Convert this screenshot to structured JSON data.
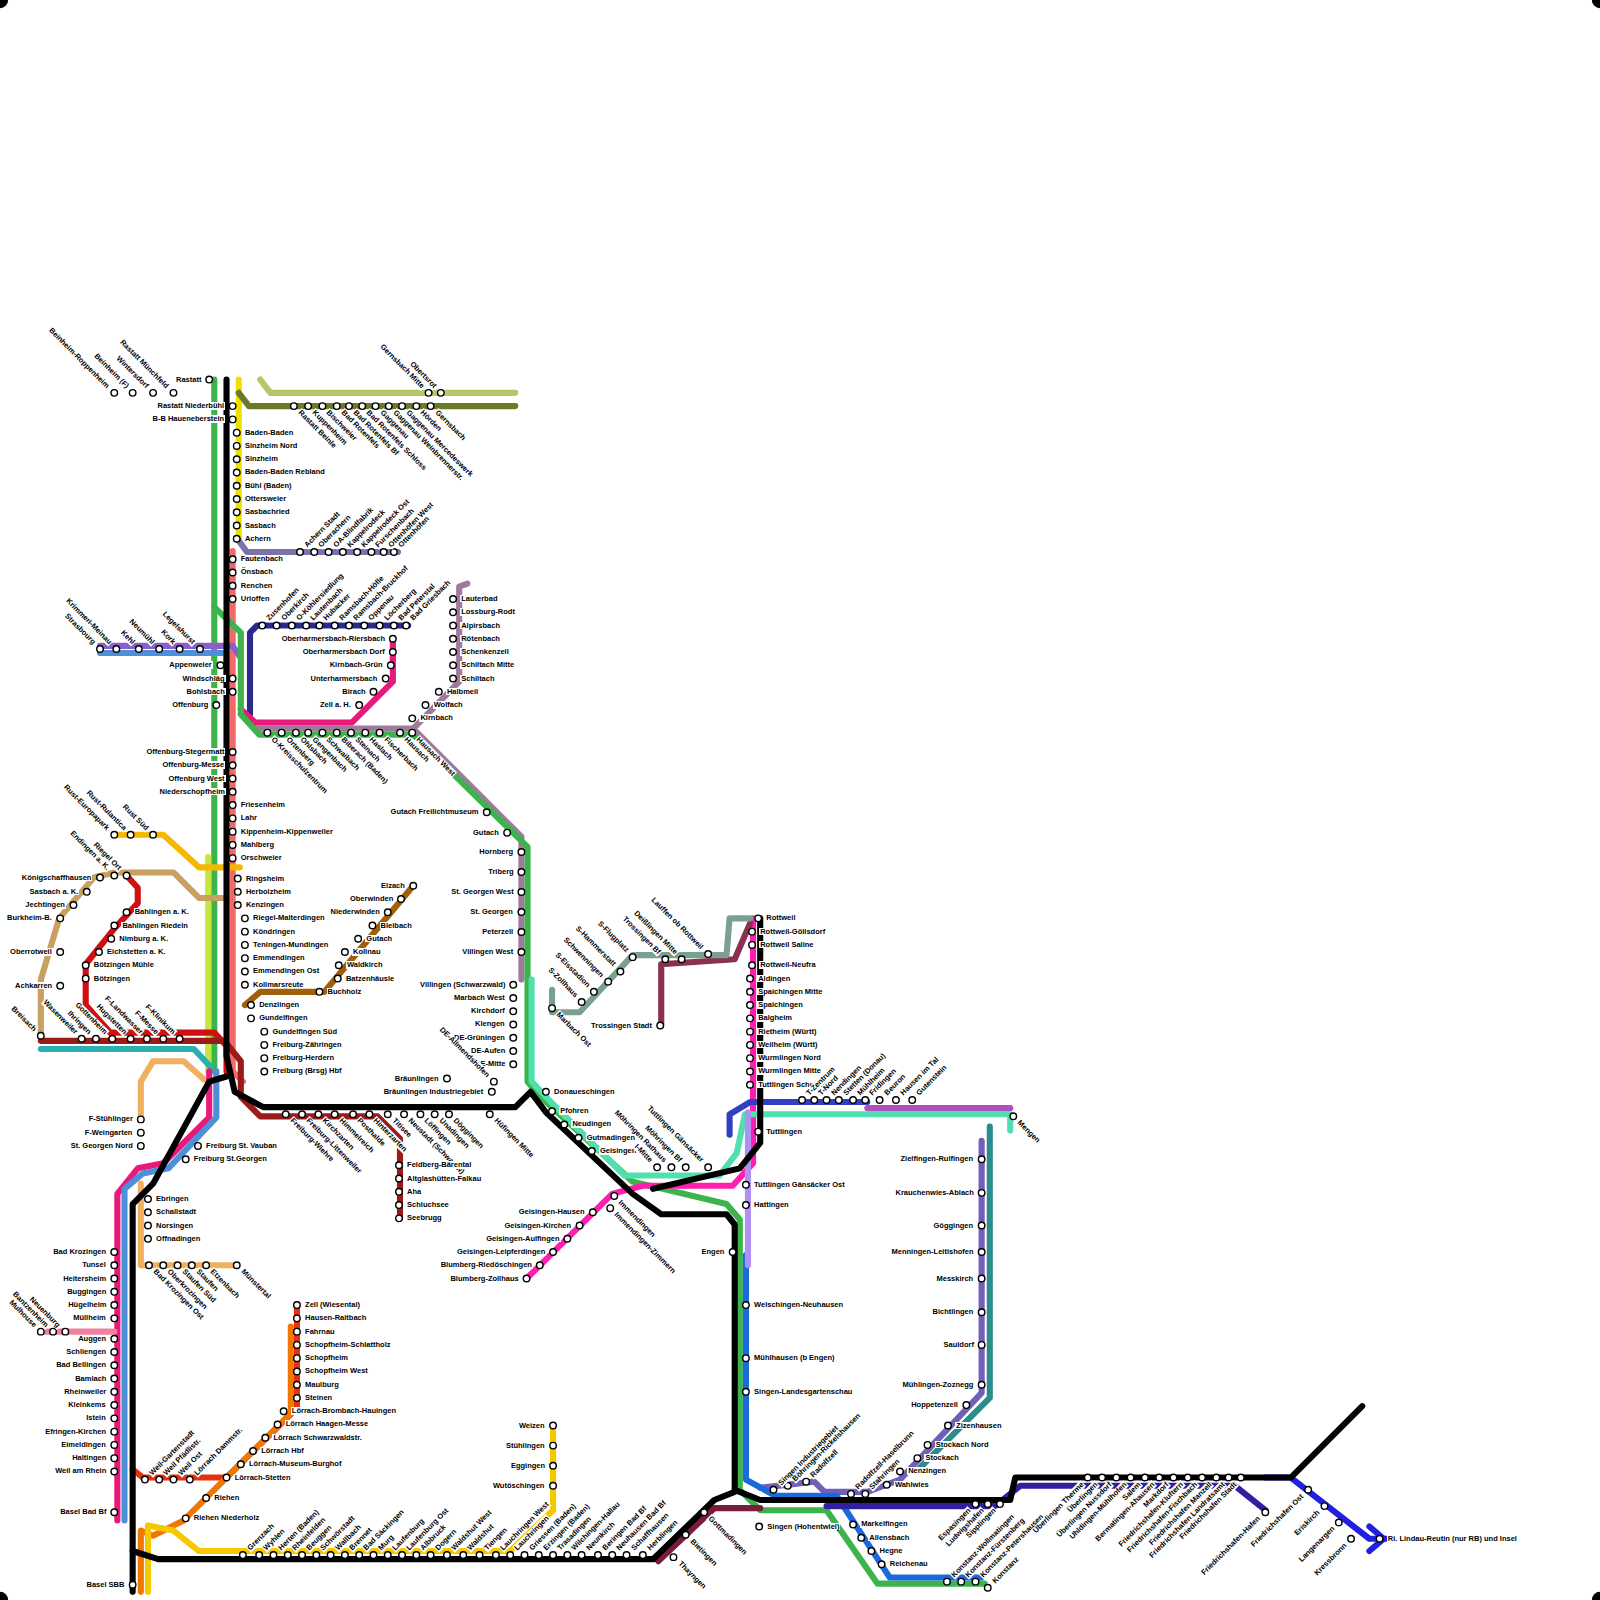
{
  "diagram": {
    "labels": [
      "Beinheim-Roppenheim",
      "Beinheim (F)",
      "Wintersdorf",
      "Rastatt Münchfeld",
      "Rastatt",
      "Rastatt Niederbühl",
      "B-B Haueneberstein",
      "Baden-Baden",
      "Sinzheim Nord",
      "Sinzheim",
      "Baden-Baden Rebland",
      "Bühl (Baden)",
      "Ottersweier",
      "Sasbachried",
      "Sasbach",
      "Achern",
      "Fautenbach",
      "Önsbach",
      "Renchen",
      "Urloffen",
      "Rastatt Beinle",
      "Kuppenheim",
      "Bischweier",
      "Bad Rotenfels",
      "Bad Rotenfels Bf",
      "Bad Rotenfels Schloss",
      "Gaggenau",
      "Gaggenau Weinbrennerstr.",
      "Gaggenau Mercedeswerk",
      "Hörden",
      "Gernsbach",
      "Gernsbach Mitte",
      "Obertsrot",
      "Achern Stadt",
      "Oberachern",
      "OA-Blindfabrik",
      "Kappelrodeck",
      "Kappelrodeck Ost",
      "Furschenbach",
      "Ottenhöfen West",
      "Ottenhöfen",
      "Strasbourg",
      "Krimmeri-Meinau",
      "Kehl",
      "Neumühl",
      "Kork",
      "Legelshurst",
      "Appenweier",
      "Windschläg",
      "Bohlsbach",
      "Offenburg",
      "Zusenhofen",
      "Oberkirch",
      "O-Köhlersiedlung",
      "Lautenbach",
      "Hubacker",
      "Ramsbach-Höfle",
      "Ramsbach-Bruckhof",
      "Oppenau",
      "Löcherberg",
      "Bad Peterstal",
      "Bad Griesbach",
      "Oberharmersbach-Riersbach",
      "Oberharmersbach Dorf",
      "Kirnbach-Grün",
      "Unterharmersbach",
      "Birach",
      "Zell a. H.",
      "Lauterbad",
      "Lossburg-Rodt",
      "Alpirsbach",
      "Rötenbach",
      "Schenkenzell",
      "Schiltach Mitte",
      "Schiltach",
      "Halbmeil",
      "Wolfach",
      "Kirnbach",
      "O-Kreisschulzentrum",
      "Ortenberg",
      "Ohlsbach",
      "Gengenbach",
      "Schwaibach",
      "Biberach (Baden)",
      "Steinach",
      "Haslach",
      "Fischerbach",
      "Hausach",
      "Hausach West",
      "Offenburg-Stegermatt",
      "Offenburg-Messe",
      "Offenburg West",
      "Niederschopfheim",
      "Friesenheim",
      "Lahr",
      "Kippenheim-Kippenweiler",
      "Mahlberg",
      "Orschweier",
      "Ringsheim",
      "Herbolzheim",
      "Kenzingen",
      "Riegel-Malterdingen",
      "Köndringen",
      "Teningen-Mundingen",
      "Emmendingen",
      "Emmendingen Ost",
      "Kollmarsreute",
      "Denzlingen",
      "Gundelfingen",
      "Gundelfingen Süd",
      "Freiburg-Zähringen",
      "Freiburg-Herdern",
      "Freiburg (Brsg) Hbf",
      "Gutach Freilichtmuseum",
      "Gutach",
      "Hornberg",
      "Triberg",
      "St. Georgen West",
      "St. Georgen",
      "Peterzell",
      "Villingen West",
      "Villingen (Schwarzwald)",
      "Marbach West",
      "Kirchdorf",
      "Klengen",
      "DE-Grüningen",
      "DE-Aufen",
      "DE-Mitte",
      "Donaueschingen",
      "Pfohren",
      "Neudingen",
      "Gutmadingen",
      "Geisingen",
      "Rust-Europapark",
      "Rust-Rulantica",
      "Rust Süd",
      "Endingen a. K.",
      "Riegel Ort",
      "Königschaffhausen",
      "Sasbach a. K.",
      "Jechtingen",
      "Burkheim-B.",
      "Oberrotweil",
      "Achkarren",
      "Breisach",
      "Bahlingen a. K.",
      "Bahlingen Riedeln",
      "Nimburg a. K.",
      "Eichstetten a. K.",
      "Bötzingen Mühle",
      "Bötzingen",
      "Wasenweiler",
      "Ihringen",
      "Gottenheim",
      "Hugstetten",
      "F-Landwasser",
      "F-Messe",
      "F-Klinikum",
      "Elzach",
      "Oberwinden",
      "Niederwinden",
      "Bleibach",
      "Gutach",
      "Kollnau",
      "Waldkirch",
      "Batzenhäusle",
      "Buchholz",
      "Freiburg-Wiehre",
      "Freiburg-Littenweiler",
      "Kirchzarten",
      "Himmelreich",
      "Posthalde",
      "Hinterzarten",
      "Titisee",
      "Neustadt (Schwarzw)",
      "Löffingen",
      "Unadingen",
      "Döggingen",
      "Hüfingen Mitte",
      "Feldberg-Bärental",
      "Altglashütten-Falkau",
      "Aha",
      "Schluchsee",
      "Seebrugg",
      "Bräunlingen",
      "Bräunlingen Industriegebiet",
      "DE-Allmendshofen",
      "Freiburg St. Vauban",
      "Freiburg St.Georgen",
      "F-Stühlinger",
      "F-Weingarten",
      "St. Georgen Nord",
      "Ebringen",
      "Schallstadt",
      "Norsingen",
      "Offnadingen",
      "Bad Krozingen Ost",
      "Oberkrozingen",
      "Staufen Süd",
      "Staufen",
      "Etzenbach",
      "Münstertal",
      "Bad Krozingen",
      "Tunsel",
      "Heitersheim",
      "Buggingen",
      "Hügelheim",
      "Müllheim",
      "Auggen",
      "Schliengen",
      "Bad Bellingen",
      "Bamlach",
      "Rheinweiler",
      "Kleinkems",
      "Istein",
      "Efringen-Kirchen",
      "Eimeldingen",
      "Haltingen",
      "Weil am Rhein",
      "Basel Bad Bf",
      "Basel SBB",
      "Mulhouse",
      "Bantzenheim",
      "Neuenburg",
      "Zell (Wiesental)",
      "Hausen-Raitbach",
      "Fahrnau",
      "Schopfheim-Schlattholz",
      "Schopfheim",
      "Schopfheim West",
      "Maulburg",
      "Steinen",
      "Lörrach-Brombach-Hauingen",
      "Lörrach Haagen-Messe",
      "Lörrach Schwarzwaldstr.",
      "Lörrach Hbf",
      "Lörrach-Museum-Burghof",
      "Lörrach-Stetten",
      "Riehen",
      "Riehen Niederholz",
      "Weil-Gartenstadt",
      "Weil Pfädlistr.",
      "Weil Ost",
      "Lörrach Dammstr.",
      "Grenzach",
      "Wyhlen",
      "Herten (Baden)",
      "Rheinfelden",
      "Beuggen",
      "Schwörstadt",
      "Wallbach",
      "Brennet",
      "Bad Säckingen",
      "Murg",
      "Laufenburg",
      "Laufenburg Ost",
      "Albbruck",
      "Dogern",
      "Waldshut West",
      "Waldshut",
      "Tiengen",
      "Lauchringen West",
      "Lauchringen",
      "Griessen (Baden)",
      "Erzingen (Baden)",
      "Trasadingen",
      "Wilchingen-Hallau",
      "Neunkirch",
      "Beringen Bad Bf",
      "Neuhausen Bad Bf",
      "Schaffhausen",
      "Herblingen",
      "Thayngen",
      "Bietingen",
      "Gottmadingen",
      "Weizen",
      "Stühlingen",
      "Eggingen",
      "Wutöschingen",
      "Geisingen-Hausen",
      "Geisingen-Kirchen",
      "Geisingen-Aulfingen",
      "Geisingen-Leipferdingen",
      "Blumberg-Riedöschingen",
      "Blumberg-Zollhaus",
      "Immendingen",
      "Immendingen-Zimmern",
      "I-Mitte",
      "Möhringen Rathaus",
      "Möhringen Bf",
      "Tuttlingen Gänsäcker",
      "Rottweil",
      "Rottweil-Göllsdorf",
      "Rottweil Saline",
      "Rottweil-Neufra",
      "Aldingen",
      "Spaichingen Mitte",
      "Spaichingen",
      "Balgheim",
      "Rietheim (Württ)",
      "Weilheim (Württ)",
      "Wurmlingen Nord",
      "Wurmlingen Mitte",
      "Tuttlingen Schulen",
      "Tuttlingen",
      "Tuttlingen Gänsäcker Ost",
      "Hattingen",
      "Engen",
      "Welschingen-Neuhausen",
      "Mühlhausen (b Engen)",
      "Singen-Landesgartenschau",
      "Trossingen Stadt",
      "S-Zollhaus",
      "S-Eisstadion",
      "Schwenningen",
      "S-Hammerstatt",
      "S-Flugplatz",
      "Trossingen Bf",
      "Deißlingen Mitte",
      "Lauffen ob Rottweil",
      "Marbach Ost",
      "T-Zentrum",
      "T-Nord",
      "Nendingen",
      "Stetten (Donau)",
      "Mühlheim",
      "Fridingen",
      "Beuron",
      "Hausen im Tal",
      "Gutenstein",
      "Mengen",
      "Zielfingen-Rulfingen",
      "Krauchenwies-Ablach",
      "Göggingen",
      "Menningen-Leitishofen",
      "Messkirch",
      "Bichtlingen",
      "Sauldorf",
      "Mühlingen-Zoznegg",
      "Hoppetenzell",
      "Zizenhausen",
      "Stockach Nord",
      "Stockach",
      "Nenzingen",
      "Wahlwies",
      "Singen Industriegebiet",
      "Böhringen-Rickelshausen",
      "Radolfzell",
      "Radolfzell-Haselbrunn",
      "Stahringen",
      "Singen (Hohentwiel)",
      "Markelfingen",
      "Allensbach",
      "Hegne",
      "Reichenau",
      "Konstanz-Wollmatingen",
      "Konstanz-Fürstenberg",
      "Konstanz-Petershausen",
      "Konstanz",
      "Espasingen",
      "Ludwigshafen",
      "Sipplingen",
      "Überlingen Therme",
      "Überlingen",
      "Überlingen Nussdorf",
      "Uhldingen-Mühlhofen",
      "Salem",
      "Bermatingen-Ahausen",
      "Markdorf",
      "Friedrichshafen-Kluftern",
      "Friedrichshafen-Fischbach",
      "Friedrichshafen Manzell",
      "Friedrichshafen Landratsamt",
      "Friedrichshafen Stadt",
      "Friedrichshafen-Hafen",
      "Friedrichshafen Ost",
      "Eriskirch",
      "Langenargen",
      "Kressbronn",
      "Ri. Lindau-Reutin (nur RB) und Insel"
    ]
  }
}
